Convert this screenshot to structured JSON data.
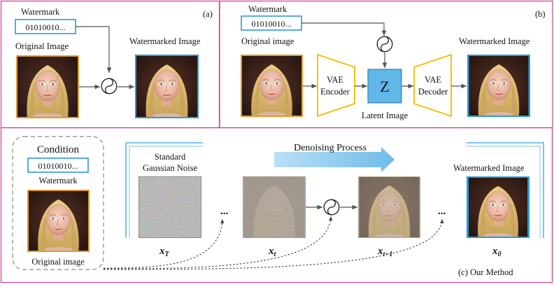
{
  "panel_a": {
    "tag": "(a)",
    "watermark_label": "Watermark",
    "watermark_bits": "01010010...",
    "original_label": "Original Image",
    "output_label": "Watermarked Image"
  },
  "panel_b": {
    "tag": "(b)",
    "watermark_label": "Watermark",
    "watermark_bits": "01010010...",
    "original_label": "Original image",
    "encoder_line1": "VAE",
    "encoder_line2": "Encoder",
    "latent_symbol": "Z",
    "latent_label": "Latent Image",
    "decoder_line1": "VAE",
    "decoder_line2": "Decoder",
    "output_label": "Watermarked Image"
  },
  "panel_c": {
    "condition_title": "Condition",
    "watermark_bits": "01010010...",
    "watermark_label": "Watermark",
    "original_label": "Original image",
    "noise_line1": "Standard",
    "noise_line2": "Gaussian Noise",
    "process_label": "Denoising Process",
    "ellipsis": "...",
    "output_label": "Watermarked Image",
    "symbol_xT": "x",
    "sub_T": "T",
    "symbol_xt": "x",
    "sub_t": "t",
    "symbol_xt1": "x",
    "sub_t1": "t−1",
    "symbol_x0": "x",
    "sub_0": "0",
    "caption": "(c) Our Method"
  },
  "colors": {
    "panel_border": "#d23c8c",
    "watermark_box": "#2d9ad6",
    "original_frame": "#e09a2a",
    "output_frame": "#2d9ad6",
    "vae_trapezoid": "#f3c21a",
    "latent_box": "#5fb8e8",
    "process_arrow": "#8ecbef",
    "bracket": "#7cc4ee"
  },
  "icons": {
    "combine": "yin-yang-combine-icon",
    "face": "portrait-face-image",
    "noise": "gaussian-noise-image"
  }
}
